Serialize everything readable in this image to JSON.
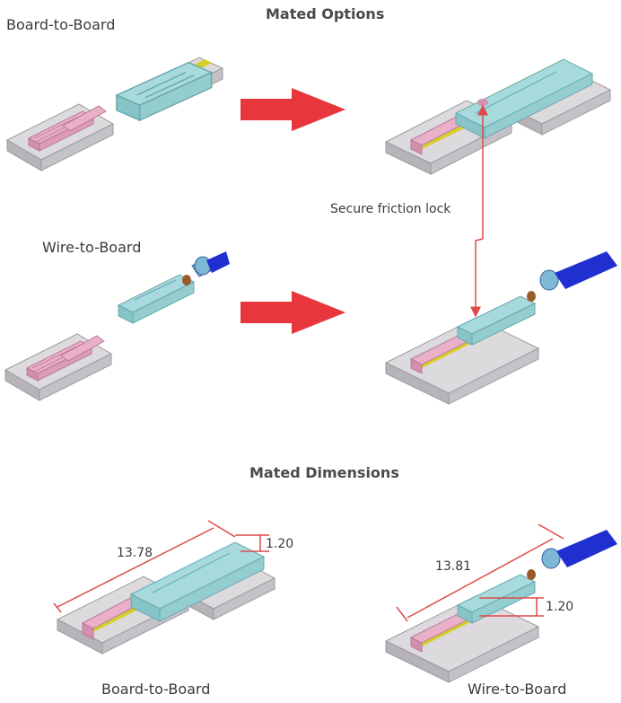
{
  "title_options": "Mated Options",
  "title_dimensions": "Mated Dimensions",
  "labels": {
    "board_to_board_top": "Board-to-Board",
    "wire_to_board_top": "Wire-to-Board",
    "friction_lock": "Secure friction lock",
    "board_to_board_bottom": "Board-to-Board",
    "wire_to_board_bottom": "Wire-to-Board"
  },
  "dimensions": {
    "btb_length": "13.78",
    "btb_height": "1.20",
    "wtb_length": "13.81",
    "wtb_height": "1.20"
  },
  "colors": {
    "board_top": "#d8d6d9",
    "board_side": "#b3b0b5",
    "header_pink": "#e7a3c2",
    "receptacle_cyan": "#9fd6d8",
    "pad_yellow": "#d6cf2a",
    "arrow_red": "#e8363d",
    "dim_red": "#e04a4a",
    "wire_blue": "#1f2fd0"
  }
}
